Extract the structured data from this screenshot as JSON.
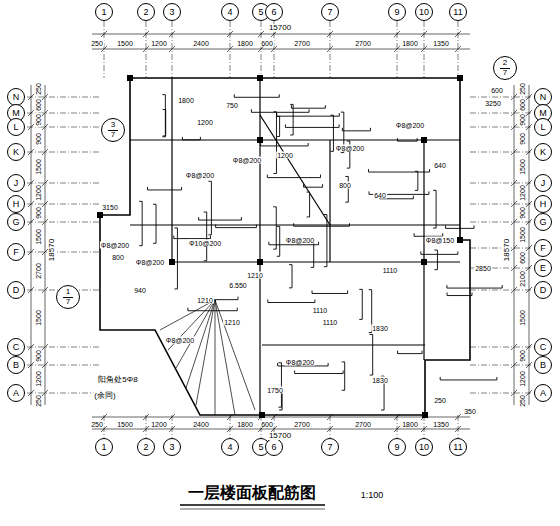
{
  "diagram": {
    "title": "一层楼面板配筋图",
    "nodes": [
      {
        "text": [
          "1"
        ]
      },
      {
        "text": [
          "2"
        ]
      },
      {
        "text": [
          "3"
        ]
      },
      {
        "text": [
          "4"
        ]
      },
      {
        "text": [
          "5"
        ]
      },
      {
        "text": [
          "6"
        ]
      },
      {
        "text": [
          "7"
        ]
      },
      {
        "text": [
          "9"
        ]
      },
      {
        "text": [
          "10"
        ]
      },
      {
        "text": [
          "11"
        ]
      },
      {
        "text": [
          "2",
          "7"
        ]
      },
      {
        "text": [
          "3",
          "7"
        ]
      },
      {
        "text": [
          "1",
          "7"
        ]
      },
      {
        "text": [
          "N"
        ]
      },
      {
        "text": [
          "M"
        ]
      },
      {
        "text": [
          "L"
        ]
      },
      {
        "text": [
          "K"
        ]
      },
      {
        "text": [
          "J"
        ]
      },
      {
        "text": [
          "H"
        ]
      },
      {
        "text": [
          "G"
        ]
      },
      {
        "text": [
          "F"
        ]
      },
      {
        "text": [
          "D"
        ]
      },
      {
        "text": [
          "C"
        ]
      },
      {
        "text": [
          "B"
        ]
      },
      {
        "text": [
          "A"
        ]
      },
      {
        "text": [
          "N"
        ]
      },
      {
        "text": [
          "M"
        ]
      },
      {
        "text": [
          "L"
        ]
      },
      {
        "text": [
          "K"
        ]
      },
      {
        "text": [
          "J"
        ]
      },
      {
        "text": [
          "H"
        ]
      },
      {
        "text": [
          "G"
        ]
      },
      {
        "text": [
          "F"
        ]
      },
      {
        "text": [
          "E"
        ]
      },
      {
        "text": [
          "D"
        ]
      },
      {
        "text": [
          "C"
        ]
      },
      {
        "text": [
          "B"
        ]
      },
      {
        "text": [
          "A"
        ]
      },
      {
        "text": [
          "1"
        ]
      },
      {
        "text": [
          "2"
        ]
      },
      {
        "text": [
          "3"
        ]
      },
      {
        "text": [
          "4"
        ]
      },
      {
        "text": [
          "5"
        ]
      },
      {
        "text": [
          "6"
        ]
      },
      {
        "text": [
          "7"
        ]
      },
      {
        "text": [
          "9"
        ]
      },
      {
        "text": [
          "10"
        ]
      },
      {
        "text": [
          "11"
        ]
      }
    ],
    "labels": [
      "250",
      "1500",
      "1200",
      "2400",
      "1800",
      "600",
      "2700",
      "2700",
      "1800",
      "1350",
      "15700",
      "250",
      "1500",
      "1200",
      "2400",
      "1800",
      "600",
      "2700",
      "2700",
      "1800",
      "1350",
      "350",
      "15700",
      "250",
      "600",
      "900",
      "900",
      "1500",
      "1200",
      "900",
      "1500",
      "2700",
      "1500",
      "900",
      "1200",
      "250",
      "18570",
      "250",
      "600",
      "900",
      "900",
      "1500",
      "1200",
      "900",
      "1500",
      "600",
      "2100",
      "1500",
      "900",
      "1200",
      "250",
      "18570",
      "1800",
      "1200",
      "750",
      "Φ8@200",
      "Φ8@200",
      "800",
      "640",
      "Φ8@200",
      "Φ10@200",
      "1210",
      "1110",
      "1110",
      "1830",
      "1830",
      "1210",
      "6.550",
      "Φ8@200",
      "940",
      "Φ8@200",
      "1210",
      "1750",
      "Φ8@200",
      "250",
      "Φ8@150",
      "1110",
      "640",
      "Φ8@200",
      "Φ8@200",
      "1200",
      "800",
      "Φ8@200",
      "3150",
      "3250",
      "2850",
      "600",
      "阳角处5Φ8",
      "(余同)",
      "1:100"
    ]
  }
}
